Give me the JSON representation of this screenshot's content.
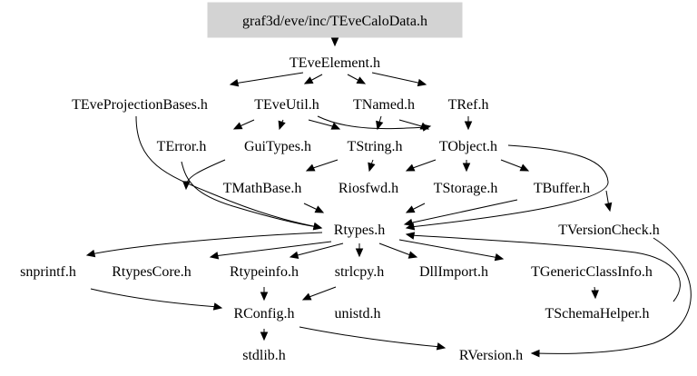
{
  "diagram": {
    "root": "graf3d/eve/inc/TEveCaloData.h",
    "nodes": {
      "root": "graf3d/eve/inc/TEveCaloData.h",
      "teveelement": "TEveElement.h",
      "teveprojectionbases": "TEveProjectionBases.h",
      "teveutil": "TEveUtil.h",
      "tnamed": "TNamed.h",
      "tref": "TRef.h",
      "terror": "TError.h",
      "guitypes": "GuiTypes.h",
      "tstring": "TString.h",
      "tobject": "TObject.h",
      "tmathbase": "TMathBase.h",
      "riosfwd": "Riosfwd.h",
      "tstorage": "TStorage.h",
      "tbuffer": "TBuffer.h",
      "rtypes": "Rtypes.h",
      "tversioncheck": "TVersionCheck.h",
      "snprintf": "snprintf.h",
      "rtypescore": "RtypesCore.h",
      "rtypeinfo": "Rtypeinfo.h",
      "strlcpy": "strlcpy.h",
      "dllimport": "DllImport.h",
      "tgenericclassinfo": "TGenericClassInfo.h",
      "tschemahelper": "TSchemaHelper.h",
      "rconfig": "RConfig.h",
      "unistd": "unistd.h",
      "stdlib": "stdlib.h",
      "rversion": "RVersion.h"
    },
    "edges": [
      [
        "root",
        "teveelement"
      ],
      [
        "teveelement",
        "teveprojectionbases"
      ],
      [
        "teveelement",
        "teveutil"
      ],
      [
        "teveelement",
        "tnamed"
      ],
      [
        "teveelement",
        "tref"
      ],
      [
        "teveprojectionbases",
        "rtypes"
      ],
      [
        "teveutil",
        "terror"
      ],
      [
        "teveutil",
        "guitypes"
      ],
      [
        "teveutil",
        "tstring"
      ],
      [
        "teveutil",
        "tobject"
      ],
      [
        "tnamed",
        "tstring"
      ],
      [
        "tnamed",
        "tobject"
      ],
      [
        "tref",
        "tobject"
      ],
      [
        "terror",
        "rtypes"
      ],
      [
        "guitypes",
        "rtypes"
      ],
      [
        "tstring",
        "tmathbase"
      ],
      [
        "tstring",
        "riosfwd"
      ],
      [
        "tobject",
        "riosfwd"
      ],
      [
        "tobject",
        "tstorage"
      ],
      [
        "tobject",
        "tbuffer"
      ],
      [
        "tobject",
        "rtypes"
      ],
      [
        "tobject",
        "tversioncheck"
      ],
      [
        "tmathbase",
        "rtypes"
      ],
      [
        "tstorage",
        "rtypes"
      ],
      [
        "tbuffer",
        "rtypes"
      ],
      [
        "tversioncheck",
        "rversion"
      ],
      [
        "rtypes",
        "snprintf"
      ],
      [
        "rtypes",
        "rtypescore"
      ],
      [
        "rtypes",
        "rtypeinfo"
      ],
      [
        "rtypes",
        "strlcpy"
      ],
      [
        "rtypes",
        "dllimport"
      ],
      [
        "rtypes",
        "tgenericclassinfo"
      ],
      [
        "snprintf",
        "rconfig"
      ],
      [
        "rtypeinfo",
        "rconfig"
      ],
      [
        "strlcpy",
        "rconfig"
      ],
      [
        "tgenericclassinfo",
        "tschemahelper"
      ],
      [
        "tschemahelper",
        "rtypes"
      ],
      [
        "rconfig",
        "stdlib"
      ],
      [
        "rconfig",
        "rversion"
      ]
    ]
  },
  "colors": {
    "root_fill": "#d3d3d3",
    "edge": "#000000",
    "text": "#000000"
  }
}
